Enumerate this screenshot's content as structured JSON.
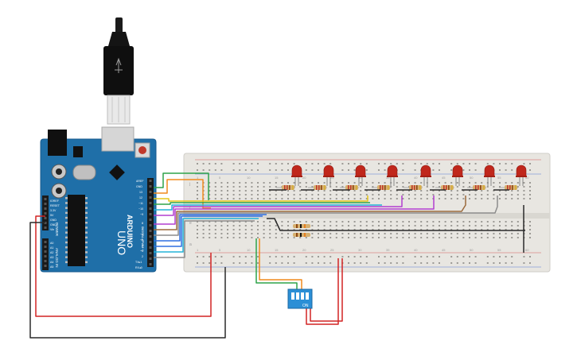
{
  "arduino": {
    "brand": "ARDUINO",
    "model": "UNO",
    "labels": {
      "aref": "AREF",
      "gnd": "GND",
      "pin13": "13",
      "pin12": "12",
      "pin11": "~11",
      "pin10": "~10",
      "pin9": "~9",
      "pin8": "8",
      "pin7": "7",
      "pin6": "~6",
      "pin5": "~5",
      "pin4": "4",
      "pin3": "~3",
      "pin2": "2",
      "tx": "TX▸1",
      "rx": "RX◂0",
      "digital": "DIGITAL (PWM~)",
      "ioref": "IOREF",
      "reset": "RESET",
      "v33": "3.3V",
      "v5": "5V",
      "gnd_a": "GND",
      "gnd_b": "GND",
      "vin": "Vin",
      "power": "POWER",
      "analog": "ANALOG IN",
      "a0": "A0",
      "a1": "A1",
      "a2": "A2",
      "a3": "A3",
      "a4": "A4",
      "a5": "A5"
    }
  },
  "breadboard": {
    "col_labels": [
      "1",
      "5",
      "10",
      "15",
      "20",
      "25",
      "30",
      "35",
      "40",
      "45",
      "50",
      "55",
      "60"
    ],
    "row_labels": [
      "j",
      "f",
      "e",
      "a"
    ]
  },
  "dip_switch": {
    "label": "ON",
    "positions": [
      "1",
      "2",
      "3",
      "4"
    ]
  },
  "leds": {
    "count": 8,
    "color": "#c0271c"
  },
  "colors": {
    "board": "#1f6fa8",
    "breadboard": "#e8e6e1",
    "wire_red": "#d22424",
    "wire_black": "#2a2a2a",
    "wire_green": "#2fa34a",
    "wire_orange": "#f08a1d",
    "wire_yellow": "#e6c619",
    "wire_blue": "#2f6ee0",
    "wire_cyan": "#23b4d8",
    "wire_purple": "#b23fd0",
    "wire_brown": "#9b6a3c",
    "wire_gray": "#8c8c8c",
    "switch": "#2b8fd6"
  }
}
